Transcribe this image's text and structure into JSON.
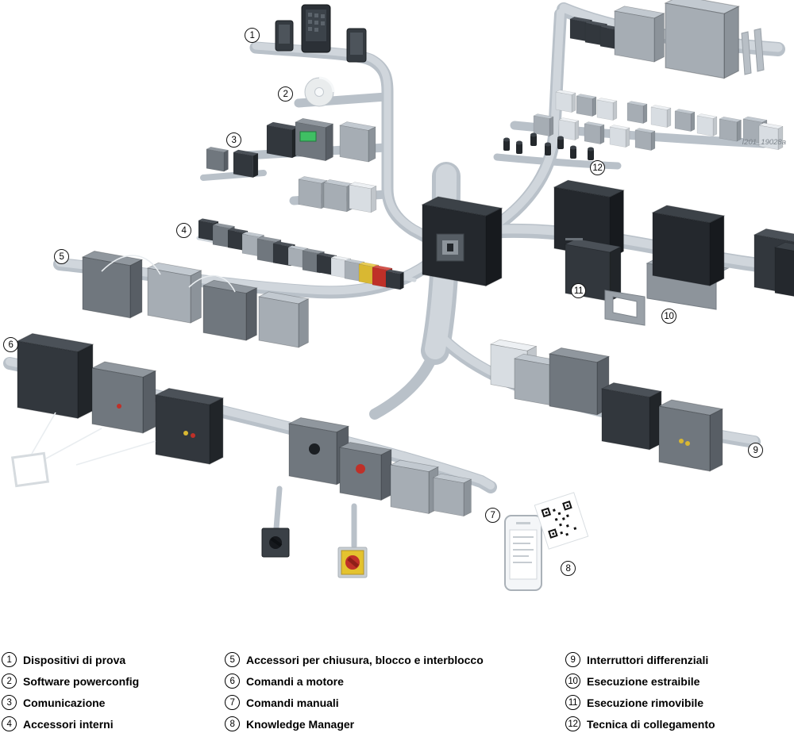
{
  "watermark": "I201_19028a",
  "colors": {
    "rail_gray": "#b9c1c9",
    "device_dark": "#32373d",
    "alert_red": "#bf3028",
    "warning_yellow": "#d9b832",
    "display_green": "#3fbf63"
  },
  "legend": {
    "columns": [
      {
        "items": [
          {
            "num": "1",
            "label": "Dispositivi di prova"
          },
          {
            "num": "2",
            "label": "Software powerconfig"
          },
          {
            "num": "3",
            "label": "Comunicazione"
          },
          {
            "num": "4",
            "label": "Accessori interni"
          }
        ]
      },
      {
        "items": [
          {
            "num": "5",
            "label": "Accessori per chiusura, blocco e interblocco"
          },
          {
            "num": "6",
            "label": "Comandi a motore"
          },
          {
            "num": "7",
            "label": "Comandi manuali"
          },
          {
            "num": "8",
            "label": "Knowledge Manager"
          }
        ]
      },
      {
        "items": [
          {
            "num": "9",
            "label": "Interruttori differenziali"
          },
          {
            "num": "10",
            "label": "Esecuzione estraibile"
          },
          {
            "num": "11",
            "label": "Esecuzione rimovibile"
          },
          {
            "num": "12",
            "label": "Tecnica di collegamento"
          }
        ]
      }
    ]
  }
}
